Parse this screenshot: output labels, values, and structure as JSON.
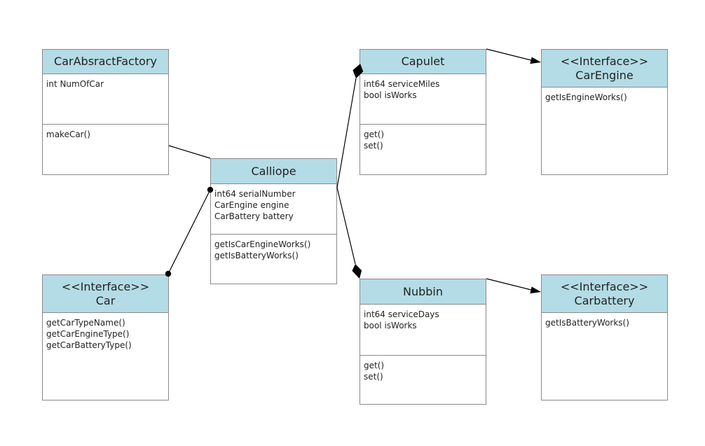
{
  "colors": {
    "header_fill": "#b4dce6",
    "border": "#8a8a8a",
    "line": "#000000"
  },
  "classes": {
    "car_abstract_factory": {
      "title_lines": [
        "CarAbsractFactory"
      ],
      "attributes": [
        "int NumOfCar"
      ],
      "operations": [
        "makeCar()"
      ]
    },
    "calliope": {
      "title_lines": [
        "Calliope"
      ],
      "attributes": [
        "int64 serialNumber",
        "CarEngine engine",
        "CarBattery battery"
      ],
      "operations": [
        "getIsCarEngineWorks()",
        "getIsBatteryWorks()"
      ]
    },
    "car_interface": {
      "title_lines": [
        "<<Interface>>",
        "Car"
      ],
      "operations": [
        "getCarTypeName()",
        "getCarEngineType()",
        "getCarBatteryType()"
      ]
    },
    "capulet": {
      "title_lines": [
        "Capulet"
      ],
      "attributes": [
        "int64 serviceMiles",
        "bool isWorks"
      ],
      "operations": [
        "get()",
        "set()"
      ]
    },
    "car_engine_interface": {
      "title_lines": [
        "<<Interface>>",
        "CarEngine"
      ],
      "operations": [
        "getIsEngineWorks()"
      ]
    },
    "nubbin": {
      "title_lines": [
        "Nubbin"
      ],
      "attributes": [
        "int64 serviceDays",
        "bool isWorks"
      ],
      "operations": [
        "get()",
        "set()"
      ]
    },
    "carbattery_interface": {
      "title_lines": [
        "<<Interface>>",
        "Carbattery"
      ],
      "operations": [
        "getIsBatteryWorks()"
      ]
    }
  },
  "relationships": [
    {
      "from": "car_abstract_factory",
      "to": "calliope",
      "type": "association"
    },
    {
      "from": "calliope",
      "to": "car_interface",
      "type": "dependency-dot"
    },
    {
      "from": "calliope",
      "to": "capulet",
      "type": "composition"
    },
    {
      "from": "calliope",
      "to": "nubbin",
      "type": "composition"
    },
    {
      "from": "capulet",
      "to": "car_engine_interface",
      "type": "directed-association"
    },
    {
      "from": "nubbin",
      "to": "carbattery_interface",
      "type": "directed-association"
    }
  ]
}
